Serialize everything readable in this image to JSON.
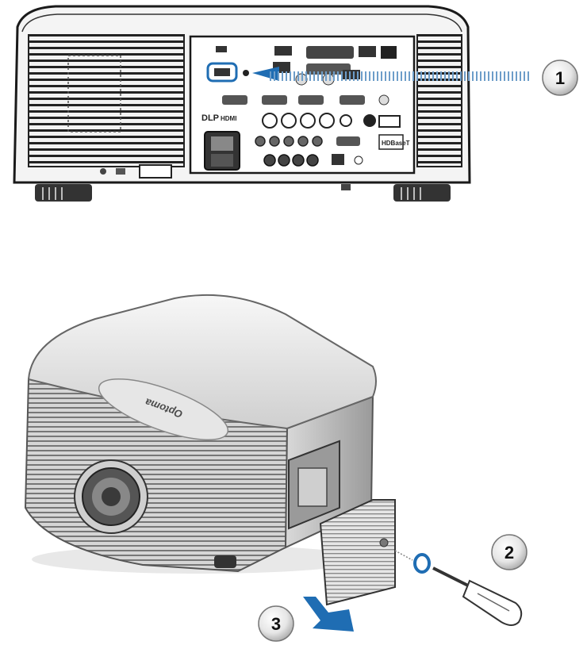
{
  "steps": [
    {
      "number": "1"
    },
    {
      "number": "2"
    },
    {
      "number": "3"
    }
  ],
  "projector_logo": "Optoma",
  "panel_labels": {
    "dlp": "DLP",
    "hdmi": "HDMI",
    "hdbaset": "HDBaseT"
  },
  "colors": {
    "arrow_blue": "#1f6db3",
    "dotted_blue": "#6d9dc9",
    "body_gray": "#dcdcdc",
    "badge_fill": "#efefef"
  }
}
